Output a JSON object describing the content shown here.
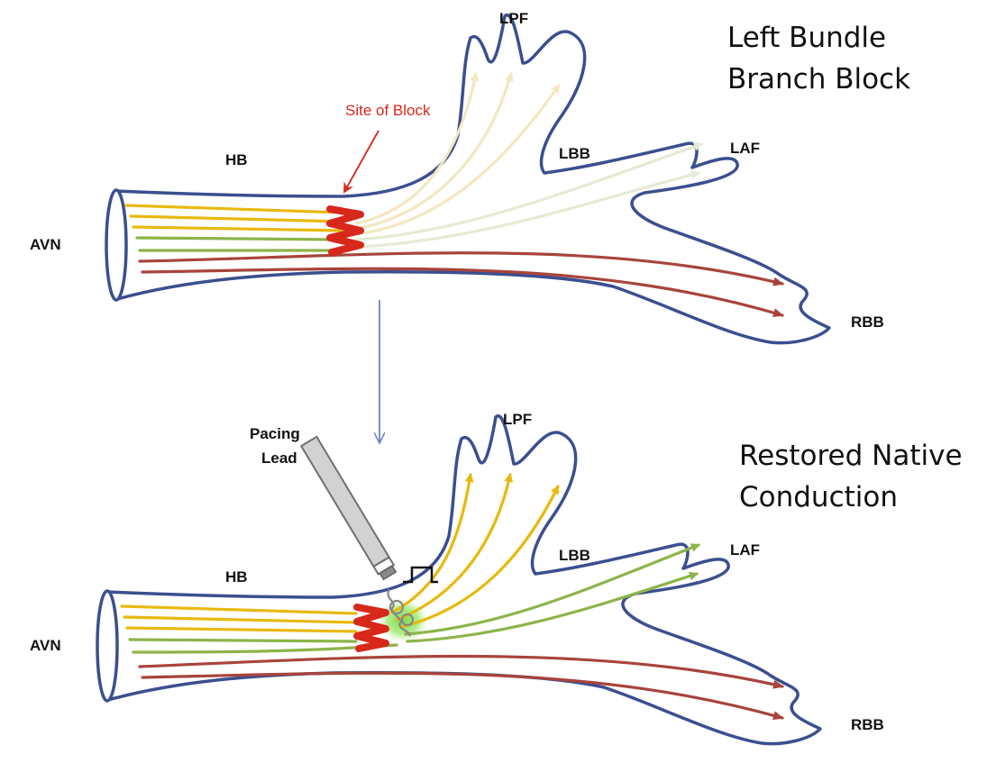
{
  "colors": {
    "outline": "#3b4f8f",
    "yellow": "#e8b90e",
    "green": "#8db44a",
    "red_fiber": "#a8443c",
    "block": "#d8271b",
    "faded_yellow": "#f3e7bf",
    "faded_green": "#e4ebd3",
    "arrow_blue": "#6a85c2",
    "pacing_glow": "#7ee04a",
    "lead_gray": "#d2d2d2",
    "lead_stroke": "#707070"
  },
  "top": {
    "title_line1": "Left Bundle",
    "title_line2": "Branch Block",
    "labels": {
      "hb": "HB",
      "avn": "AVN",
      "lpf": "LPF",
      "lbb": "LBB",
      "laf": "LAF",
      "rbb": "RBB"
    },
    "site_of_block": "Site of Block"
  },
  "bottom": {
    "title_line1": "Restored Native",
    "title_line2": "Conduction",
    "labels": {
      "hb": "HB",
      "avn": "AVN",
      "lpf": "LPF",
      "lbb": "LBB",
      "laf": "LAF",
      "rbb": "RBB"
    },
    "pacing_lead_line1": "Pacing",
    "pacing_lead_line2": "Lead"
  }
}
